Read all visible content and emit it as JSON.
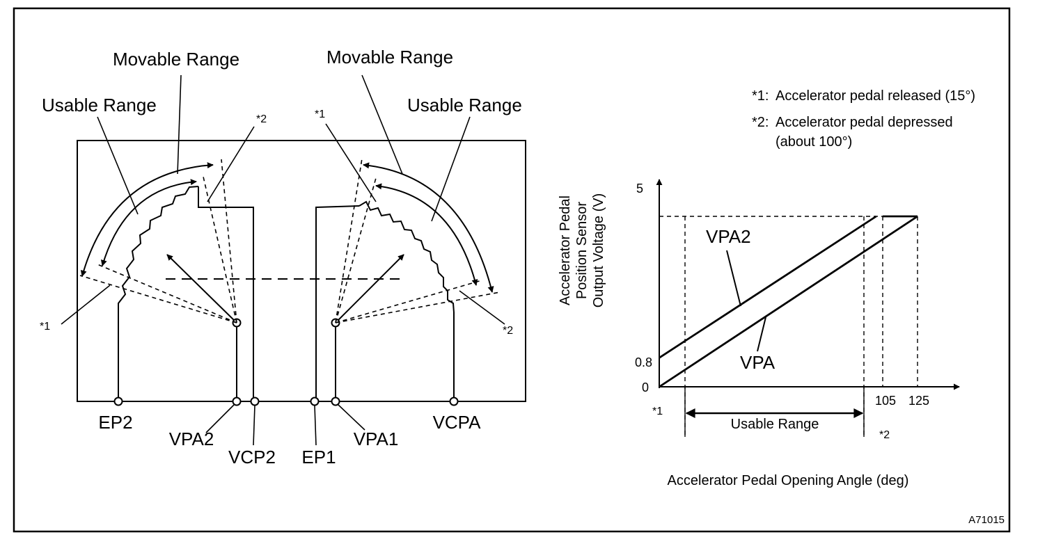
{
  "sensor": {
    "left_movable_label": "Movable Range",
    "left_usable_label": "Usable Range",
    "right_movable_label": "Movable Range",
    "right_usable_label": "Usable Range",
    "marker_released": "*1",
    "marker_depressed": "*2",
    "terminals": [
      "EP2",
      "VPA2",
      "VCP2",
      "EP1",
      "VPA1",
      "VCPA"
    ]
  },
  "legend": {
    "note1_mark": "*1:",
    "note1_text": "Accelerator pedal released (15°)",
    "note2_mark": "*2:",
    "note2_text_line1": "Accelerator pedal depressed",
    "note2_text_line2": "(about 100°)"
  },
  "chart_data": {
    "type": "line",
    "xlabel": "Accelerator Pedal Opening Angle (deg)",
    "ylabel_lines": [
      "Accelerator Pedal",
      "Position Sensor",
      "Output Voltage (V)"
    ],
    "y_ticks": [
      "5",
      "0.8",
      "0"
    ],
    "x_ticks": [
      "105",
      "125"
    ],
    "series": [
      {
        "name": "VPA2",
        "x": [
          0,
          105
        ],
        "y": [
          0.8,
          4.7
        ]
      },
      {
        "name": "VPA",
        "x": [
          0,
          125
        ],
        "y": [
          0,
          4.7
        ]
      }
    ],
    "usable_range_label": "Usable Range",
    "marker_start": "*1",
    "marker_end": "*2"
  },
  "figure_code": "A71015"
}
